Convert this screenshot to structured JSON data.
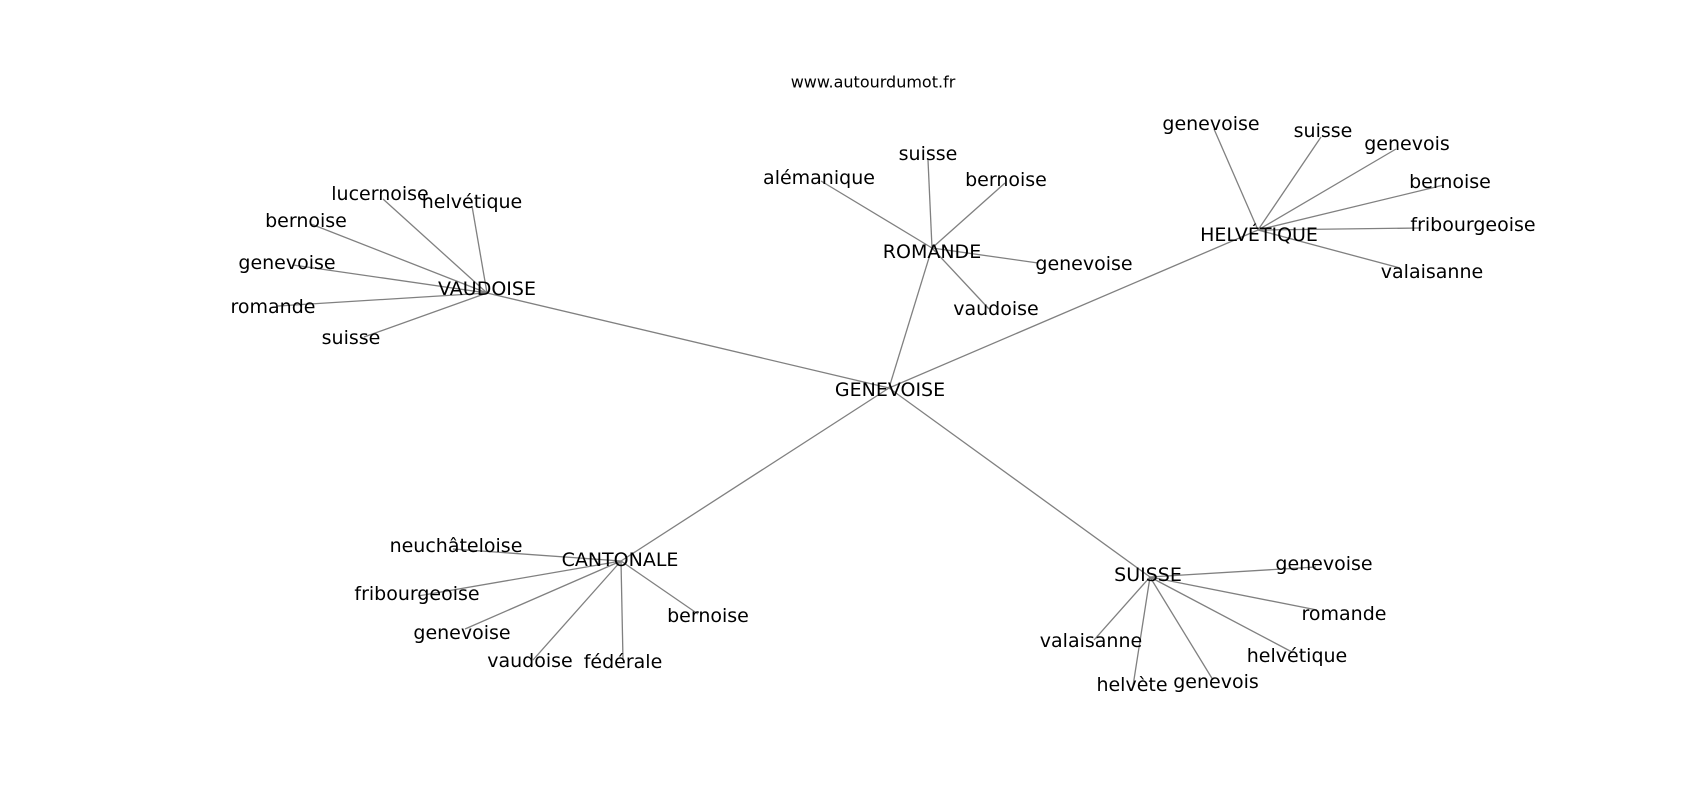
{
  "source": "www.autourdumot.fr",
  "graph": {
    "center": "GENEVOISE",
    "clusters": [
      {
        "word": "VAUDOISE",
        "related": [
          "lucernoise",
          "helvétique",
          "bernoise",
          "genevoise",
          "romande",
          "suisse"
        ]
      },
      {
        "word": "ROMANDE",
        "related": [
          "alémanique",
          "suisse",
          "bernoise",
          "genevoise",
          "vaudoise"
        ]
      },
      {
        "word": "HELVÉTIQUE",
        "related": [
          "genevoise",
          "suisse",
          "genevois",
          "bernoise",
          "fribourgeoise",
          "valaisanne"
        ]
      },
      {
        "word": "CANTONALE",
        "related": [
          "neuchâteloise",
          "fribourgeoise",
          "genevoise",
          "vaudoise",
          "fédérale",
          "bernoise"
        ]
      },
      {
        "word": "SUISSE",
        "related": [
          "genevoise",
          "romande",
          "helvétique",
          "genevois",
          "helvète",
          "valaisanne"
        ]
      }
    ]
  }
}
